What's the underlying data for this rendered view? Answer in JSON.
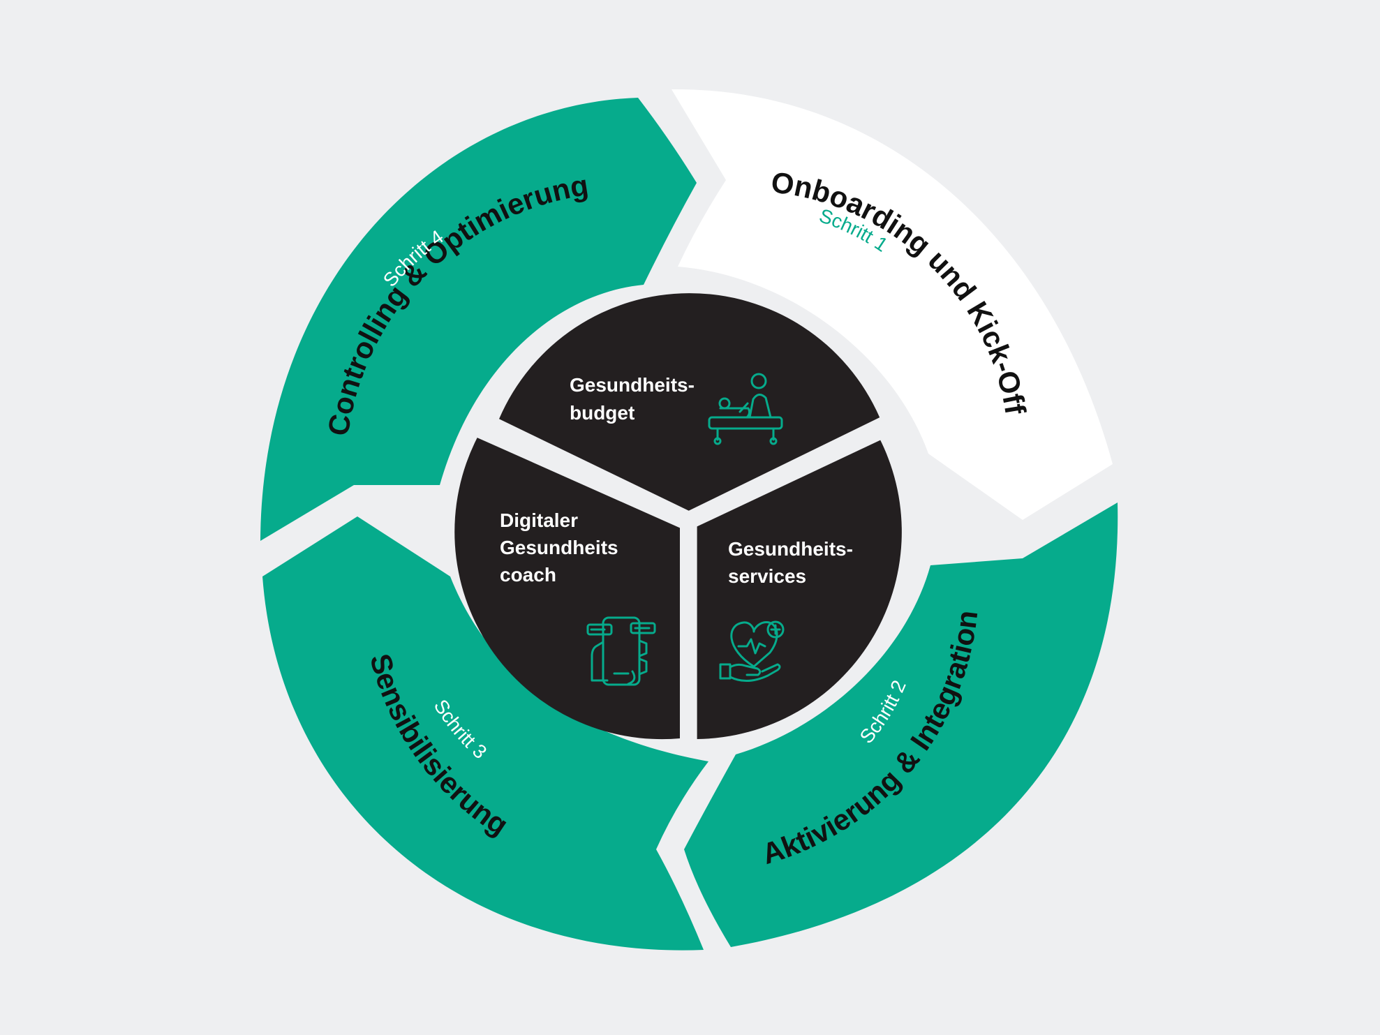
{
  "colors": {
    "background": "#eeeff1",
    "accent_green": "#06ab8c",
    "highlight_white": "#ffffff",
    "core_dark": "#231f20",
    "title_dark": "#111111"
  },
  "steps": [
    {
      "number": "Schritt 1",
      "title": "Onboarding und Kick-Off",
      "highlighted": true
    },
    {
      "number": "Schritt 2",
      "title": "Aktivierung & Integration",
      "highlighted": false
    },
    {
      "number": "Schritt 3",
      "title": "Sensibilisierung",
      "highlighted": false
    },
    {
      "number": "Schritt 4",
      "title": "Controlling & Optimierung",
      "highlighted": false
    }
  ],
  "core": [
    {
      "lines": [
        "Gesundheits-",
        "budget"
      ],
      "icon": "massage-table-icon"
    },
    {
      "lines": [
        "Gesundheits-",
        "services"
      ],
      "icon": "heart-in-hand-icon"
    },
    {
      "lines": [
        "Digitaler",
        "Gesundheits",
        "coach"
      ],
      "icon": "phone-chat-icon"
    }
  ]
}
